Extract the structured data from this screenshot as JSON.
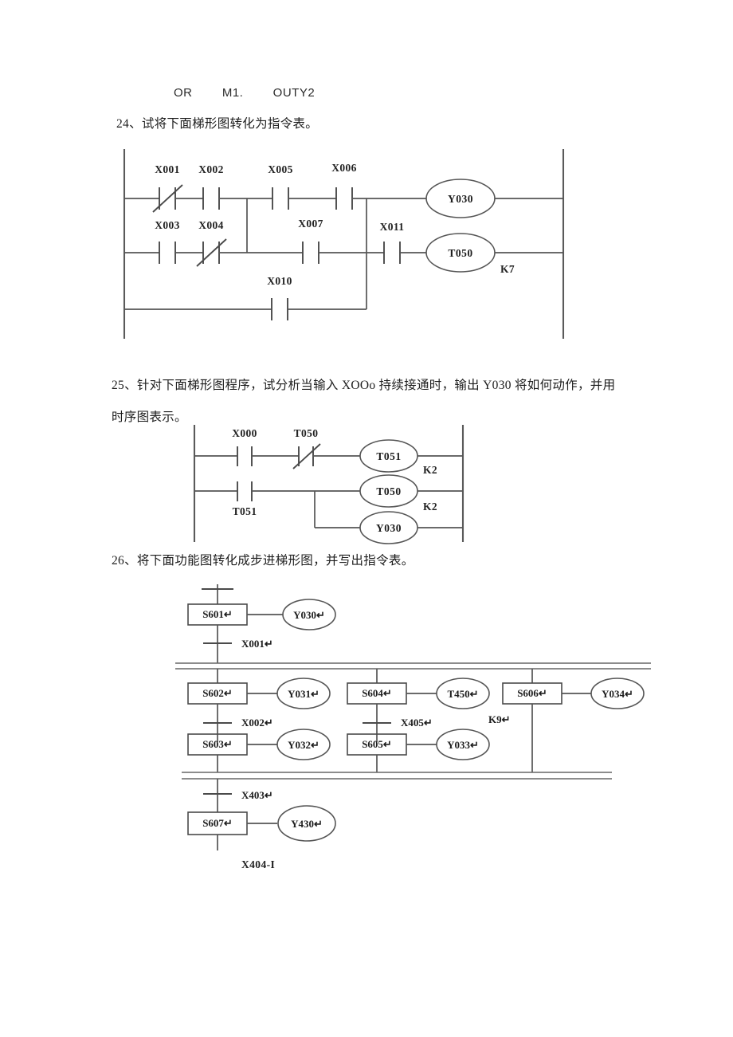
{
  "header_fragment": "OR        M1.        OUTY2",
  "questions": {
    "q24": "24、试将下面梯形图转化为指令表。",
    "q25_line1": "25、针对下面梯形图程序，试分析当输入 XOOo 持续接通时，输出 Y030 将如何动作，并用",
    "q25_line2": "时序图表示。",
    "q26": "26、将下面功能图转化成步进梯形图，并写出指令表。"
  },
  "ladder1": {
    "rung1": {
      "contacts": [
        {
          "label": "X001",
          "type": "NC"
        },
        {
          "label": "X002",
          "type": "NO"
        },
        {
          "label": "X005",
          "type": "NO"
        },
        {
          "label": "X006",
          "type": "NO"
        }
      ],
      "coil": "Y030"
    },
    "rung2": {
      "contacts": [
        {
          "label": "X003",
          "type": "NO"
        },
        {
          "label": "X004",
          "type": "NC"
        },
        {
          "label": "X007",
          "type": "NO"
        },
        {
          "label": "X011",
          "type": "NO"
        }
      ],
      "coil": "T050",
      "preset": "K7"
    },
    "rung3": {
      "contacts": [
        {
          "label": "X010",
          "type": "NO"
        }
      ]
    }
  },
  "ladder2": {
    "rung1": {
      "contacts": [
        {
          "label": "X000",
          "type": "NO"
        },
        {
          "label": "T050",
          "type": "NC"
        }
      ],
      "coil": "T051",
      "preset": "K2"
    },
    "rung2": {
      "contacts": [
        {
          "label": "T051",
          "type": "NO"
        }
      ],
      "coil": "T050",
      "preset": "K2"
    },
    "rung3": {
      "coil": "Y030"
    }
  },
  "sfc": {
    "steps": [
      {
        "id": "S601",
        "label": "S601↵",
        "action": "Y030↵"
      },
      {
        "id": "S602",
        "label": "S602↵",
        "action": "Y031↵"
      },
      {
        "id": "S603",
        "label": "S603↵",
        "action": "Y032↵"
      },
      {
        "id": "S604",
        "label": "S604↵",
        "action": "T450↵"
      },
      {
        "id": "S605",
        "label": "S605↵",
        "action": "Y033↵"
      },
      {
        "id": "S606",
        "label": "S606↵",
        "action": "Y034↵"
      },
      {
        "id": "S607",
        "label": "S607↵",
        "action": "Y430↵"
      }
    ],
    "transitions": [
      {
        "label": "X001↵"
      },
      {
        "label": "X002↵"
      },
      {
        "label": "X405↵"
      },
      {
        "label": "X403↵"
      }
    ],
    "preset": "K9↵",
    "footer": "X404-I"
  }
}
